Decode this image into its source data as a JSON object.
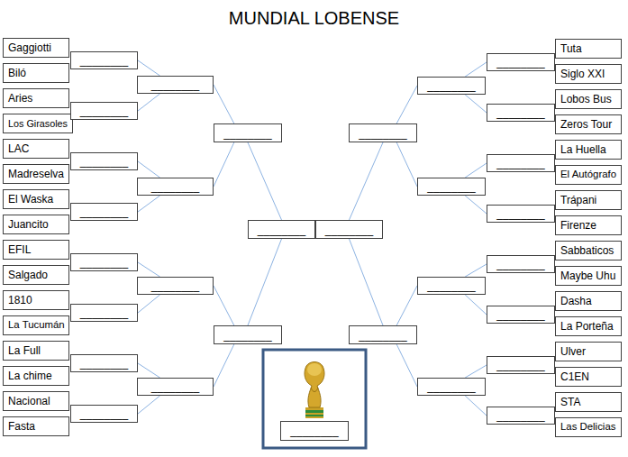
{
  "diagram": {
    "title": "MUNDIAL LOBENSE",
    "nodes": [
      {
        "text": [
          "Gaggiotti"
        ]
      },
      {
        "text": [
          "Biló"
        ]
      },
      {
        "text": [
          "Aries"
        ]
      },
      {
        "text": [
          "Los Girasoles"
        ]
      },
      {
        "text": [
          "LAC"
        ]
      },
      {
        "text": [
          "Madreselva"
        ]
      },
      {
        "text": [
          "El Waska"
        ]
      },
      {
        "text": [
          "Juancito"
        ]
      },
      {
        "text": [
          "EFIL"
        ]
      },
      {
        "text": [
          "Salgado"
        ]
      },
      {
        "text": [
          "1810"
        ]
      },
      {
        "text": [
          "La Tucumán"
        ]
      },
      {
        "text": [
          "La Full"
        ]
      },
      {
        "text": [
          "La chime"
        ]
      },
      {
        "text": [
          "Nacional"
        ]
      },
      {
        "text": [
          "Fasta"
        ]
      },
      {
        "text": [
          "________"
        ]
      },
      {
        "text": [
          "________"
        ]
      },
      {
        "text": [
          "________"
        ]
      },
      {
        "text": [
          "________"
        ]
      },
      {
        "text": [
          "________"
        ]
      },
      {
        "text": [
          "________"
        ]
      },
      {
        "text": [
          "________"
        ]
      },
      {
        "text": [
          "________"
        ]
      },
      {
        "text": [
          "________"
        ]
      },
      {
        "text": [
          "________"
        ]
      },
      {
        "text": [
          "________"
        ]
      },
      {
        "text": [
          "________"
        ]
      },
      {
        "text": [
          "________"
        ]
      },
      {
        "text": [
          "________"
        ]
      },
      {
        "text": [
          "________"
        ]
      },
      {
        "text": [
          "________"
        ]
      },
      {
        "text": [
          "________"
        ]
      },
      {
        "text": [
          "________"
        ]
      },
      {
        "text": [
          "________"
        ]
      },
      {
        "text": [
          "________"
        ]
      },
      {
        "text": [
          "________"
        ]
      },
      {
        "text": [
          "________"
        ]
      },
      {
        "text": [
          "________"
        ]
      },
      {
        "text": [
          "________"
        ]
      },
      {
        "text": [
          "________"
        ]
      },
      {
        "text": [
          "________"
        ]
      },
      {
        "text": [
          "________"
        ]
      },
      {
        "text": [
          "________"
        ]
      },
      {
        "text": [
          "________"
        ]
      },
      {
        "text": [
          "________"
        ]
      },
      {
        "text": [
          "Tuta"
        ]
      },
      {
        "text": [
          "Siglo XXI"
        ]
      },
      {
        "text": [
          "Lobos Bus"
        ]
      },
      {
        "text": [
          "Zeros Tour"
        ]
      },
      {
        "text": [
          "La Huella"
        ]
      },
      {
        "text": [
          "El Autógrafo"
        ]
      },
      {
        "text": [
          "Trápani"
        ]
      },
      {
        "text": [
          "Firenze"
        ]
      },
      {
        "text": [
          "Sabbaticos"
        ]
      },
      {
        "text": [
          "Maybe Uhu"
        ]
      },
      {
        "text": [
          "Dasha"
        ]
      },
      {
        "text": [
          "La Porteña"
        ]
      },
      {
        "text": [
          "Ulver"
        ]
      },
      {
        "text": [
          "C1EN"
        ]
      },
      {
        "text": [
          "STA"
        ]
      },
      {
        "text": [
          "Las Delicias"
        ]
      },
      {
        "text": [
          "________"
        ]
      }
    ],
    "edges": [
      {
        "from": 16,
        "to": 24,
        "arrow": "none"
      },
      {
        "from": 17,
        "to": 24,
        "arrow": "none"
      },
      {
        "from": 18,
        "to": 25,
        "arrow": "none"
      },
      {
        "from": 19,
        "to": 25,
        "arrow": "none"
      },
      {
        "from": 20,
        "to": 26,
        "arrow": "none"
      },
      {
        "from": 21,
        "to": 26,
        "arrow": "none"
      },
      {
        "from": 22,
        "to": 27,
        "arrow": "none"
      },
      {
        "from": 23,
        "to": 27,
        "arrow": "none"
      },
      {
        "from": 24,
        "to": 28,
        "arrow": "none"
      },
      {
        "from": 25,
        "to": 28,
        "arrow": "none"
      },
      {
        "from": 26,
        "to": 29,
        "arrow": "none"
      },
      {
        "from": 27,
        "to": 29,
        "arrow": "none"
      },
      {
        "from": 28,
        "to": 30,
        "arrow": "none"
      },
      {
        "from": 29,
        "to": 30,
        "arrow": "none"
      },
      {
        "from": 38,
        "to": 34,
        "arrow": "none"
      },
      {
        "from": 39,
        "to": 34,
        "arrow": "none"
      },
      {
        "from": 40,
        "to": 35,
        "arrow": "none"
      },
      {
        "from": 41,
        "to": 35,
        "arrow": "none"
      },
      {
        "from": 42,
        "to": 36,
        "arrow": "none"
      },
      {
        "from": 43,
        "to": 36,
        "arrow": "none"
      },
      {
        "from": 44,
        "to": 37,
        "arrow": "none"
      },
      {
        "from": 45,
        "to": 37,
        "arrow": "none"
      },
      {
        "from": 34,
        "to": 32,
        "arrow": "none"
      },
      {
        "from": 35,
        "to": 32,
        "arrow": "none"
      },
      {
        "from": 36,
        "to": 33,
        "arrow": "none"
      },
      {
        "from": 37,
        "to": 33,
        "arrow": "none"
      },
      {
        "from": 32,
        "to": 31,
        "arrow": "none"
      },
      {
        "from": 33,
        "to": 31,
        "arrow": "none"
      }
    ]
  }
}
